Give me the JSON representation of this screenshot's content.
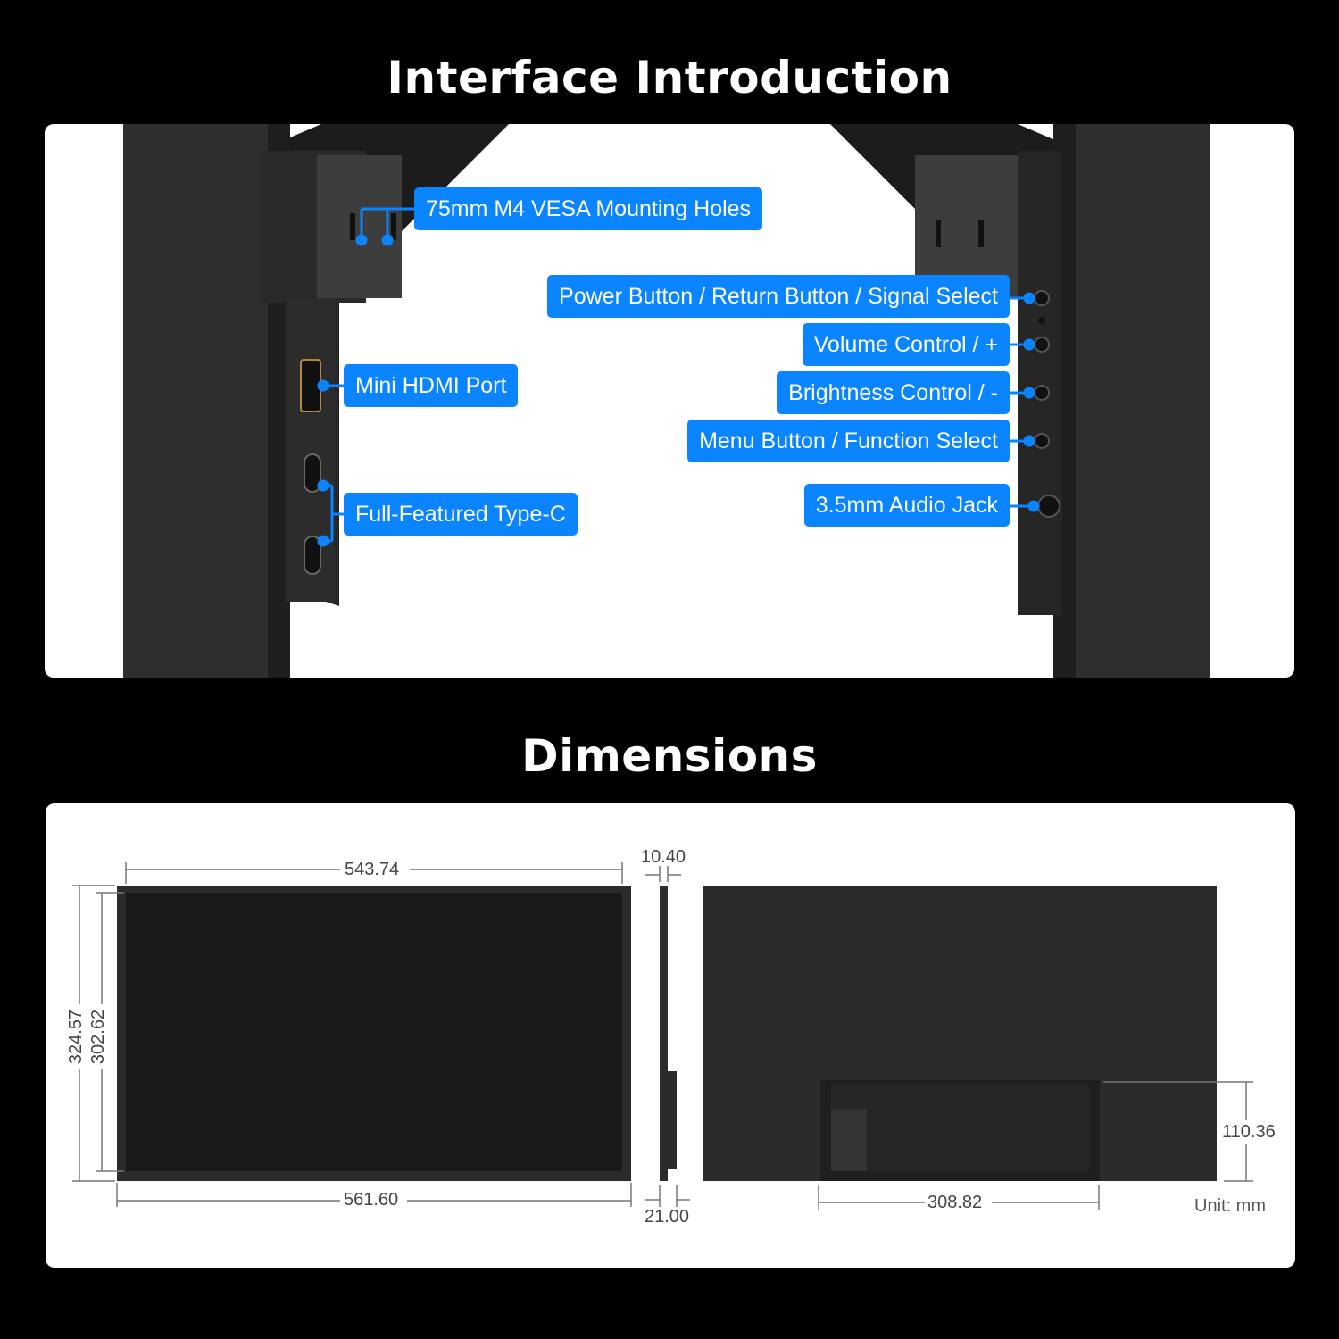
{
  "sections": {
    "interface_title": "Interface Introduction",
    "dimensions_title": "Dimensions"
  },
  "callouts": {
    "vesa": "75mm M4 VESA Mounting Holes",
    "power": "Power Button / Return Button / Signal Select",
    "volume": "Volume Control / +",
    "brightness": "Brightness Control / -",
    "menu": "Menu Button / Function Select",
    "audio": "3.5mm Audio Jack",
    "hdmi": "Mini HDMI Port",
    "typec": "Full-Featured Type-C"
  },
  "dimensions": {
    "front_inner_width": "543.74",
    "front_outer_width": "561.60",
    "front_outer_height": "324.57",
    "front_inner_height": "302.62",
    "side_thin": "10.40",
    "side_thick": "21.00",
    "back_module_height": "110.36",
    "back_module_width": "308.82",
    "unit": "Unit: mm"
  },
  "colors": {
    "callout": "#0a84ff",
    "monitor": "#2b2b2b",
    "screen": "#1a1a1a",
    "background": "#000000",
    "panel": "#ffffff"
  }
}
